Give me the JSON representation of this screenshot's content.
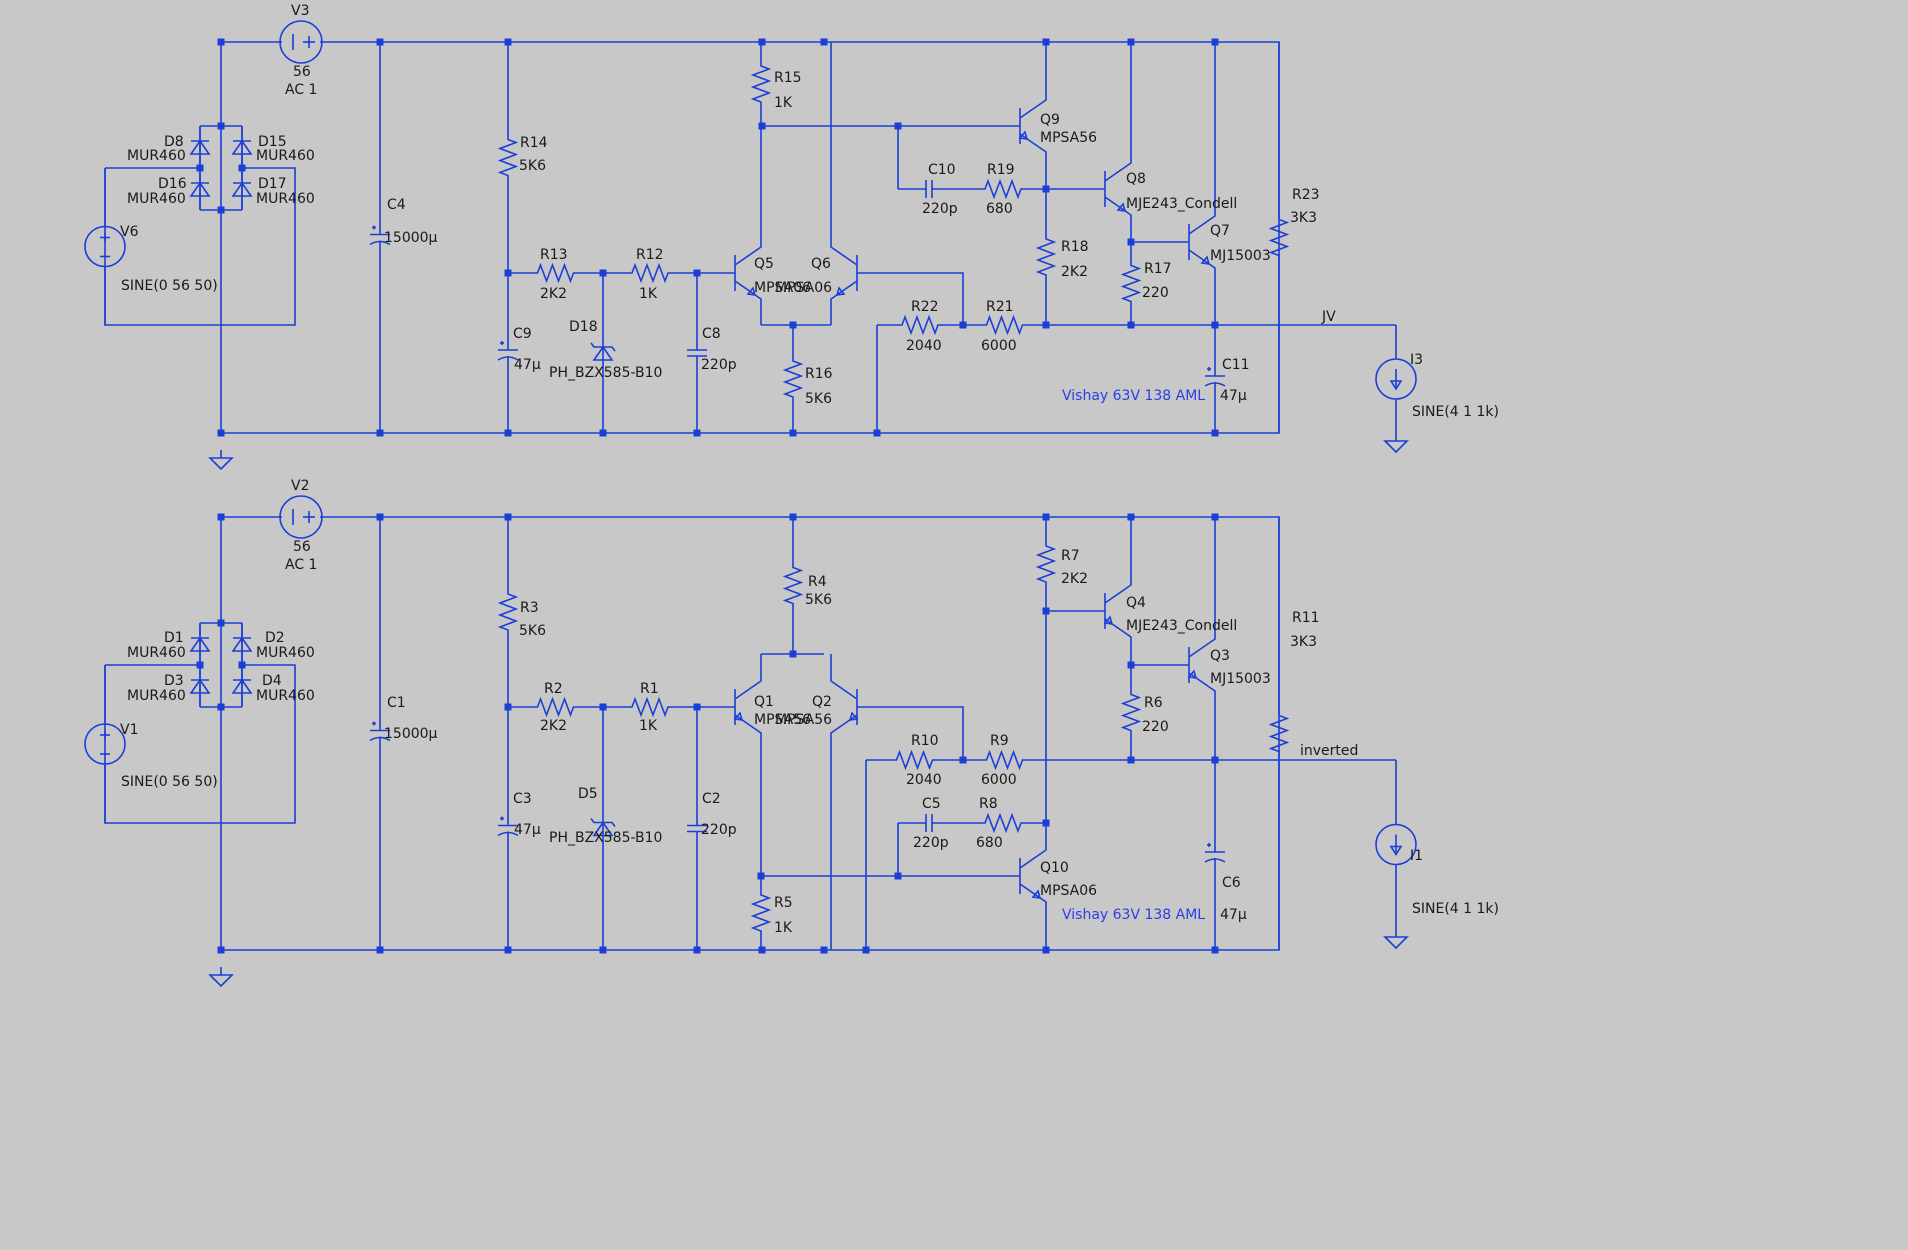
{
  "labels": [
    {
      "t": "V3",
      "id": "v3-name"
    },
    {
      "t": "56",
      "id": "v3-value"
    },
    {
      "t": "AC 1",
      "id": "v3-ac"
    },
    {
      "t": "D8",
      "id": "d8-name"
    },
    {
      "t": "MUR460",
      "id": "d8-model"
    },
    {
      "t": "D15",
      "id": "d15-name"
    },
    {
      "t": "MUR460",
      "id": "d15-model"
    },
    {
      "t": "D16",
      "id": "d16-name"
    },
    {
      "t": "MUR460",
      "id": "d16-model"
    },
    {
      "t": "D17",
      "id": "d17-name"
    },
    {
      "t": "MUR460",
      "id": "d17-model"
    },
    {
      "t": "V6",
      "id": "v6-name"
    },
    {
      "t": "SINE(0 56 50)",
      "id": "v6-value"
    },
    {
      "t": "C4",
      "id": "c4-name"
    },
    {
      "t": "15000µ",
      "id": "c4-value"
    },
    {
      "t": "R14",
      "id": "r14-name"
    },
    {
      "t": "5K6",
      "id": "r14-value"
    },
    {
      "t": "R13",
      "id": "r13-name"
    },
    {
      "t": "2K2",
      "id": "r13-value"
    },
    {
      "t": "R12",
      "id": "r12-name"
    },
    {
      "t": "1K",
      "id": "r12-value"
    },
    {
      "t": "C9",
      "id": "c9-name"
    },
    {
      "t": "47µ",
      "id": "c9-value"
    },
    {
      "t": "D18",
      "id": "d18-name"
    },
    {
      "t": "PH_BZX585-B10",
      "id": "d18-model"
    },
    {
      "t": "C8",
      "id": "c8-name"
    },
    {
      "t": "220p",
      "id": "c8-value"
    },
    {
      "t": "R15",
      "id": "r15-name"
    },
    {
      "t": "1K",
      "id": "r15-value"
    },
    {
      "t": "Q5",
      "id": "q5-name"
    },
    {
      "t": "MPSA06",
      "id": "q5-model"
    },
    {
      "t": "Q6",
      "id": "q6-name"
    },
    {
      "t": "MPSA06",
      "id": "q6-model"
    },
    {
      "t": "R16",
      "id": "r16-name"
    },
    {
      "t": "5K6",
      "id": "r16-value"
    },
    {
      "t": "R22",
      "id": "r22-name"
    },
    {
      "t": "2040",
      "id": "r22-value"
    },
    {
      "t": "R21",
      "id": "r21-name"
    },
    {
      "t": "6000",
      "id": "r21-value"
    },
    {
      "t": "Q9",
      "id": "q9-name"
    },
    {
      "t": "MPSA56",
      "id": "q9-model"
    },
    {
      "t": "C10",
      "id": "c10-name"
    },
    {
      "t": "220p",
      "id": "c10-value"
    },
    {
      "t": "R19",
      "id": "r19-name"
    },
    {
      "t": "680",
      "id": "r19-value"
    },
    {
      "t": "Q8",
      "id": "q8-name"
    },
    {
      "t": "MJE243_Condell",
      "id": "q8-model"
    },
    {
      "t": "R18",
      "id": "r18-name"
    },
    {
      "t": "2K2",
      "id": "r18-value"
    },
    {
      "t": "Q7",
      "id": "q7-name"
    },
    {
      "t": "MJ15003",
      "id": "q7-model"
    },
    {
      "t": "R17",
      "id": "r17-name"
    },
    {
      "t": "220",
      "id": "r17-value"
    },
    {
      "t": "C11",
      "id": "c11-name"
    },
    {
      "t": "47µ",
      "id": "c11-value"
    },
    {
      "t": "Vishay 63V 138 AML",
      "id": "note-top",
      "cls": "note"
    },
    {
      "t": "R23",
      "id": "r23-name"
    },
    {
      "t": "3K3",
      "id": "r23-value"
    },
    {
      "t": "JV",
      "id": "net-jv"
    },
    {
      "t": "I3",
      "id": "i3-name"
    },
    {
      "t": "SINE(4 1 1k)",
      "id": "i3-value"
    },
    {
      "t": "V2",
      "id": "v2-name"
    },
    {
      "t": "56",
      "id": "v2-value"
    },
    {
      "t": "AC 1",
      "id": "v2-ac"
    },
    {
      "t": "D1",
      "id": "d1-name"
    },
    {
      "t": "MUR460",
      "id": "d1-model"
    },
    {
      "t": "D2",
      "id": "d2-name"
    },
    {
      "t": "MUR460",
      "id": "d2-model"
    },
    {
      "t": "D3",
      "id": "d3-name"
    },
    {
      "t": "MUR460",
      "id": "d3-model"
    },
    {
      "t": "D4",
      "id": "d4-name"
    },
    {
      "t": "MUR460",
      "id": "d4-model"
    },
    {
      "t": "V1",
      "id": "v1-name"
    },
    {
      "t": "SINE(0 56 50)",
      "id": "v1-value"
    },
    {
      "t": "C1",
      "id": "c1-name"
    },
    {
      "t": "15000µ",
      "id": "c1-value"
    },
    {
      "t": "R3",
      "id": "r3-name"
    },
    {
      "t": "5K6",
      "id": "r3-value"
    },
    {
      "t": "R2",
      "id": "r2-name"
    },
    {
      "t": "2K2",
      "id": "r2-value"
    },
    {
      "t": "R1",
      "id": "r1-name"
    },
    {
      "t": "1K",
      "id": "r1-value"
    },
    {
      "t": "C3",
      "id": "c3-name"
    },
    {
      "t": "47µ",
      "id": "c3-value"
    },
    {
      "t": "D5",
      "id": "d5-name"
    },
    {
      "t": "PH_BZX585-B10",
      "id": "d5-model"
    },
    {
      "t": "C2",
      "id": "c2-name"
    },
    {
      "t": "220p",
      "id": "c2-value"
    },
    {
      "t": "R4",
      "id": "r4-name"
    },
    {
      "t": "5K6",
      "id": "r4-value"
    },
    {
      "t": "Q1",
      "id": "q1-name"
    },
    {
      "t": "MPSA56",
      "id": "q1-model"
    },
    {
      "t": "Q2",
      "id": "q2-name"
    },
    {
      "t": "MPSA56",
      "id": "q2-model"
    },
    {
      "t": "R5",
      "id": "r5-name"
    },
    {
      "t": "1K",
      "id": "r5-value"
    },
    {
      "t": "R10",
      "id": "r10-name"
    },
    {
      "t": "2040",
      "id": "r10-value"
    },
    {
      "t": "R9",
      "id": "r9-name"
    },
    {
      "t": "6000",
      "id": "r9-value"
    },
    {
      "t": "C5",
      "id": "c5-name"
    },
    {
      "t": "220p",
      "id": "c5-value"
    },
    {
      "t": "R8",
      "id": "r8-name"
    },
    {
      "t": "680",
      "id": "r8-value"
    },
    {
      "t": "Q10",
      "id": "q10-name"
    },
    {
      "t": "MPSA06",
      "id": "q10-model"
    },
    {
      "t": "R7",
      "id": "r7-name"
    },
    {
      "t": "2K2",
      "id": "r7-value"
    },
    {
      "t": "Q4",
      "id": "q4-name"
    },
    {
      "t": "MJE243_Condell",
      "id": "q4-model"
    },
    {
      "t": "Q3",
      "id": "q3-name"
    },
    {
      "t": "MJ15003",
      "id": "q3-model"
    },
    {
      "t": "R6",
      "id": "r6-name"
    },
    {
      "t": "220",
      "id": "r6-value"
    },
    {
      "t": "C6",
      "id": "c6-name"
    },
    {
      "t": "47µ",
      "id": "c6-value"
    },
    {
      "t": "Vishay 63V 138 AML",
      "id": "note-bottom",
      "cls": "note"
    },
    {
      "t": "R11",
      "id": "r11-name"
    },
    {
      "t": "3K3",
      "id": "r11-value"
    },
    {
      "t": "inverted",
      "id": "net-inverted"
    },
    {
      "t": "I1",
      "id": "i1-name"
    },
    {
      "t": "SINE(4 1 1k)",
      "id": "i1-value"
    }
  ]
}
